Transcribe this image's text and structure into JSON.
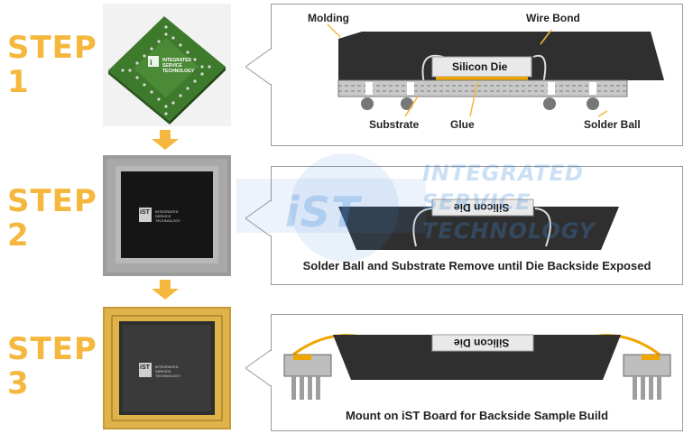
{
  "steps": [
    {
      "word": "STEP",
      "number": "1"
    },
    {
      "word": "STEP",
      "number": "2"
    },
    {
      "word": "STEP",
      "number": "3"
    }
  ],
  "step1_labels": {
    "molding": "Molding",
    "wire_bond": "Wire Bond",
    "silicon_die": "Silicon Die",
    "substrate": "Substrate",
    "glue": "Glue",
    "solder_ball": "Solder Ball"
  },
  "step2": {
    "die_label": "Silicon Die",
    "caption": "Solder Ball and Substrate Remove until Die Backside Exposed"
  },
  "step3": {
    "die_label": "Silicon Die",
    "caption": "Mount on iST Board for Backside Sample Build"
  },
  "chip_logo_text": [
    "INTEGRATED",
    "SERVICE",
    "TECHNOLOGY"
  ],
  "chip_logo_mark": "iST",
  "watermark": {
    "mark": "iST",
    "lines": [
      "INTEGRATED",
      "SERVICE",
      "TECHNOLOGY"
    ]
  },
  "colors": {
    "accent": "#f5b73d",
    "molding": "#2f2f2f",
    "die": "#e9e9e9",
    "wire": "#f0a500",
    "watermark": "#4a8fdc"
  }
}
